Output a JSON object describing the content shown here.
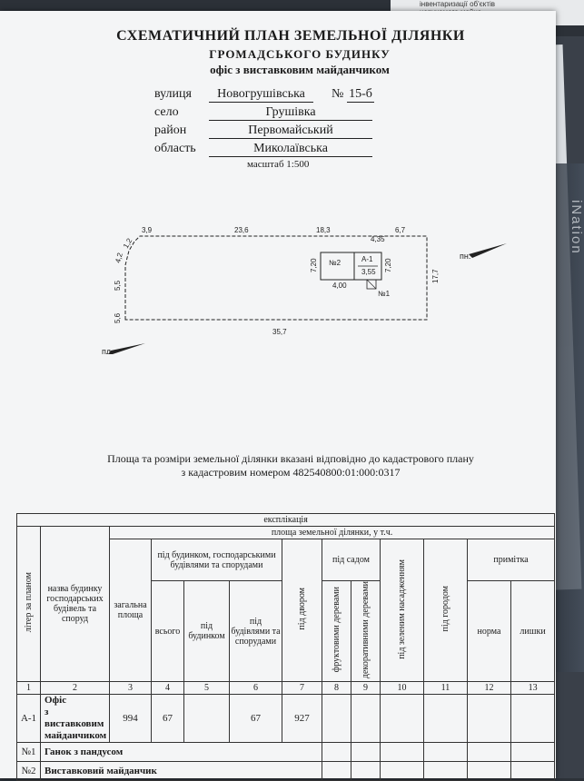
{
  "corner_note": [
    "інвентаризації об'єктів",
    "нерухомого майна"
  ],
  "background_book_text": "iNation",
  "title": "СХЕМАТИЧНИЙ ПЛАН ЗЕМЕЛЬНОЇ ДІЛЯНКИ",
  "subtitle1": "ГРОМАДСЬКОГО БУДИНКУ",
  "subtitle2": "офіс з виставковим майданчиком",
  "address": {
    "street_label": "вулиця",
    "street_value": "Новогрушівська",
    "number_label": "№",
    "number_value": "15-б",
    "village_label": "село",
    "village_value": "Грушівка",
    "district_label": "район",
    "district_value": "Первомайський",
    "region_label": "область",
    "region_value": "Миколаївська"
  },
  "scale": "масштаб 1:500",
  "plan": {
    "dims_top": [
      "3,9",
      "23,6",
      "18,3",
      "4,35",
      "6,7"
    ],
    "dims_left": [
      "1,2",
      "4,2",
      "5,5",
      "5,6"
    ],
    "dim_right": "17,7",
    "dim_bottom": "35,7",
    "building2_label": "№2",
    "building2_side": "7,20",
    "building2_width": "4,00",
    "buildingA_label": "А-1",
    "buildingA_value": "3,55",
    "buildingA_side": "7,20",
    "porch_label": "№1",
    "north_label": "пн.",
    "south_label": "пд."
  },
  "cadastral_note": [
    "Площа та розміри земельної ділянки вказані відповідно до кадастрового плану",
    "з кадастровим номером 482540800:01:000:0317"
  ],
  "table": {
    "explication": "експлікація",
    "area_header": "площа земельної ділянки, у т.ч.",
    "col_letter": "літер за планом",
    "col_name": "назва будинку господарських будівель та споруд",
    "col_total": "загальна площа",
    "under_buildings": "під будинком, господарськими будівлями та спорудами",
    "sub_all": "всього",
    "sub_house": "під будинком",
    "sub_other": "під будівлями та спорудами",
    "col_yard": "під двором",
    "under_garden": "під садом",
    "sub_fruit": "фруктовими деревами",
    "sub_decor": "декоративними деревами",
    "col_green": "під зеленим насадженням",
    "col_vegetable": "під городом",
    "note_header": "примітка",
    "sub_norm": "норма",
    "sub_excess": "лишки",
    "col_numbers": [
      "1",
      "2",
      "3",
      "4",
      "5",
      "6",
      "7",
      "8",
      "9",
      "10",
      "11",
      "12",
      "13"
    ],
    "rows": [
      {
        "letter": "А-1",
        "name_lines": [
          "Офіс",
          "з виставковим",
          "майданчиком"
        ],
        "total": "994",
        "all": "67",
        "house": "",
        "other": "67",
        "yard": "927"
      },
      {
        "letter": "№1",
        "name": "Ганок з пандусом"
      },
      {
        "letter": "№2",
        "name": "Виставковий майданчик"
      }
    ]
  }
}
